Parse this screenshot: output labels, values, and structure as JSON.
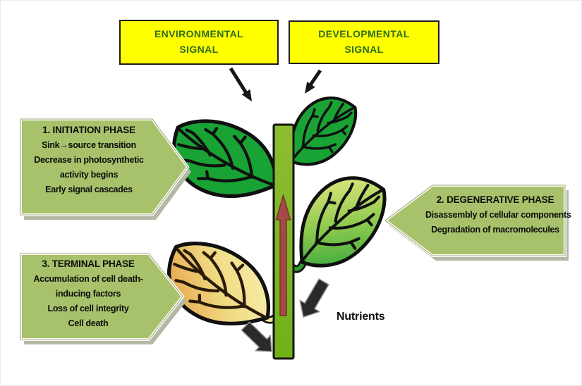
{
  "diagram": {
    "subject": "plant-senescence-phases"
  },
  "signal_boxes": [
    {
      "name": "environmental-signal",
      "lines": [
        "ENVIRONMENTAL",
        "SIGNAL"
      ]
    },
    {
      "name": "developmental-signal",
      "lines": [
        "DEVELOPMENTAL",
        "SIGNAL"
      ]
    }
  ],
  "phases": [
    {
      "title": "1. INITIATION PHASE",
      "lines": [
        "Sink→source transition",
        "Decrease in photosynthetic",
        "activity begins",
        "Early signal cascades"
      ]
    },
    {
      "title": "2. DEGENERATIVE PHASE",
      "lines": [
        "Disassembly of cellular components",
        "Degradation of macromolecules"
      ]
    },
    {
      "title": "3. TERMINAL PHASE",
      "lines": [
        "Accumulation of cell death-",
        "inducing factors",
        "Loss of cell integrity",
        "Cell death"
      ]
    }
  ],
  "labels": {
    "nutrients": "Nutrients"
  },
  "colors": {
    "signal_box_fill": "#ffff00",
    "signal_box_border": "#1c1c1c",
    "signal_text": "#2f6b1f",
    "phase_arrow_fill": "#a7c26a",
    "phase_arrow_shadow": "#b4b9a5",
    "phase_arrow_rim": "#fcfcf7",
    "leaf_green": "#1aa335",
    "leaf_senescing_yellow": "#f3ee86",
    "leaf_orange": "#e2973e",
    "stem_green": "#7cb51f",
    "nutrient_flow_arrow_red": "#a34a44",
    "black_arrow": "#2a2a2a"
  }
}
